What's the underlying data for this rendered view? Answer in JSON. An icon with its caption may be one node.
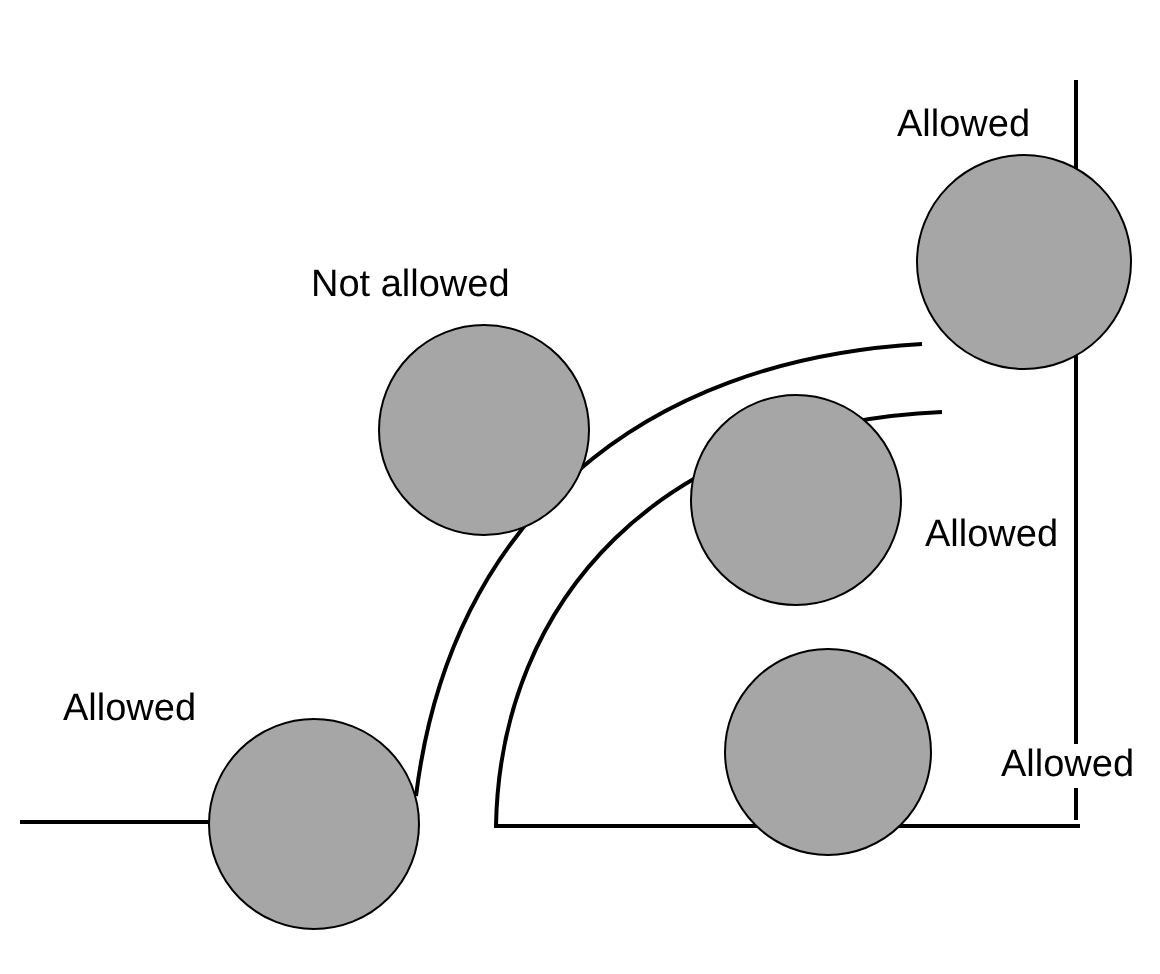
{
  "diagram": {
    "nodes": [
      {
        "text": [],
        "shape": "circle",
        "beside": [
          "Allowed"
        ]
      },
      {
        "text": [],
        "shape": "circle",
        "beside": [
          "Not allowed"
        ]
      },
      {
        "text": [],
        "shape": "circle",
        "beside": [
          "Allowed"
        ]
      },
      {
        "text": [],
        "shape": "circle",
        "beside": [
          "Allowed"
        ]
      },
      {
        "text": [],
        "shape": "circle",
        "beside": [
          "Allowed"
        ]
      }
    ]
  }
}
